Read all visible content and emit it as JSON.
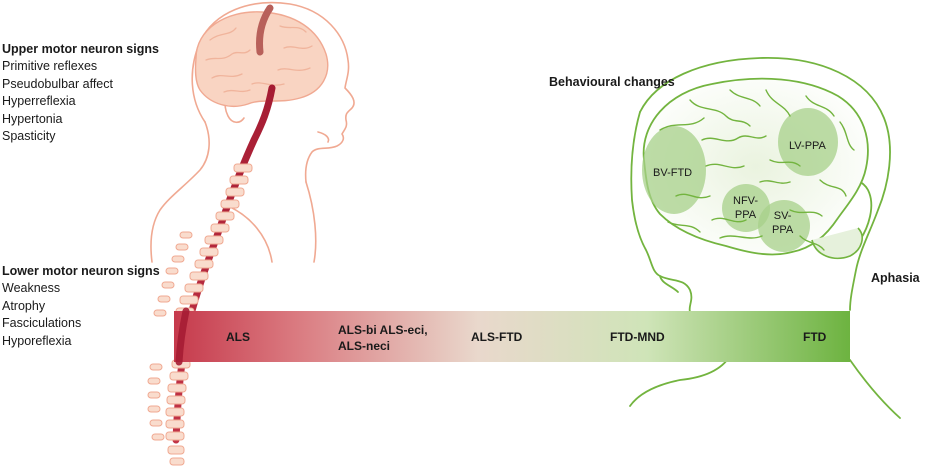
{
  "upper_motor": {
    "title": "Upper motor neuron signs",
    "items": [
      "Primitive reflexes",
      "Pseudobulbar affect",
      "Hyperreflexia",
      "Hypertonia",
      "Spasticity"
    ]
  },
  "lower_motor": {
    "title": "Lower motor neuron signs",
    "items": [
      "Weakness",
      "Atrophy",
      "Fasciculations",
      "Hyporeflexia"
    ]
  },
  "behavioural_label": "Behavioural changes",
  "aphasia_label": "Aphasia",
  "spectrum": {
    "labels": [
      "ALS",
      "ALS-bi ALS-eci,",
      "ALS-neci",
      "ALS-FTD",
      "FTD-MND",
      "FTD"
    ],
    "color_start": "#c63a4c",
    "color_mid": "#e7dccb",
    "color_end": "#6db340"
  },
  "regions": {
    "bv_ftd": "BV-FTD",
    "lv_ppa": "LV-PPA",
    "nfv_ppa_1": "NFV-",
    "nfv_ppa_2": "PPA",
    "sv_ppa_1": "SV-",
    "sv_ppa_2": "PPA"
  },
  "colors": {
    "spinal_cord": "#b3223a",
    "body_outline": "#f0a992",
    "brain_fill": "#f9d4c2",
    "green_outline": "#73b43f",
    "green_region": "#a7d08a"
  }
}
